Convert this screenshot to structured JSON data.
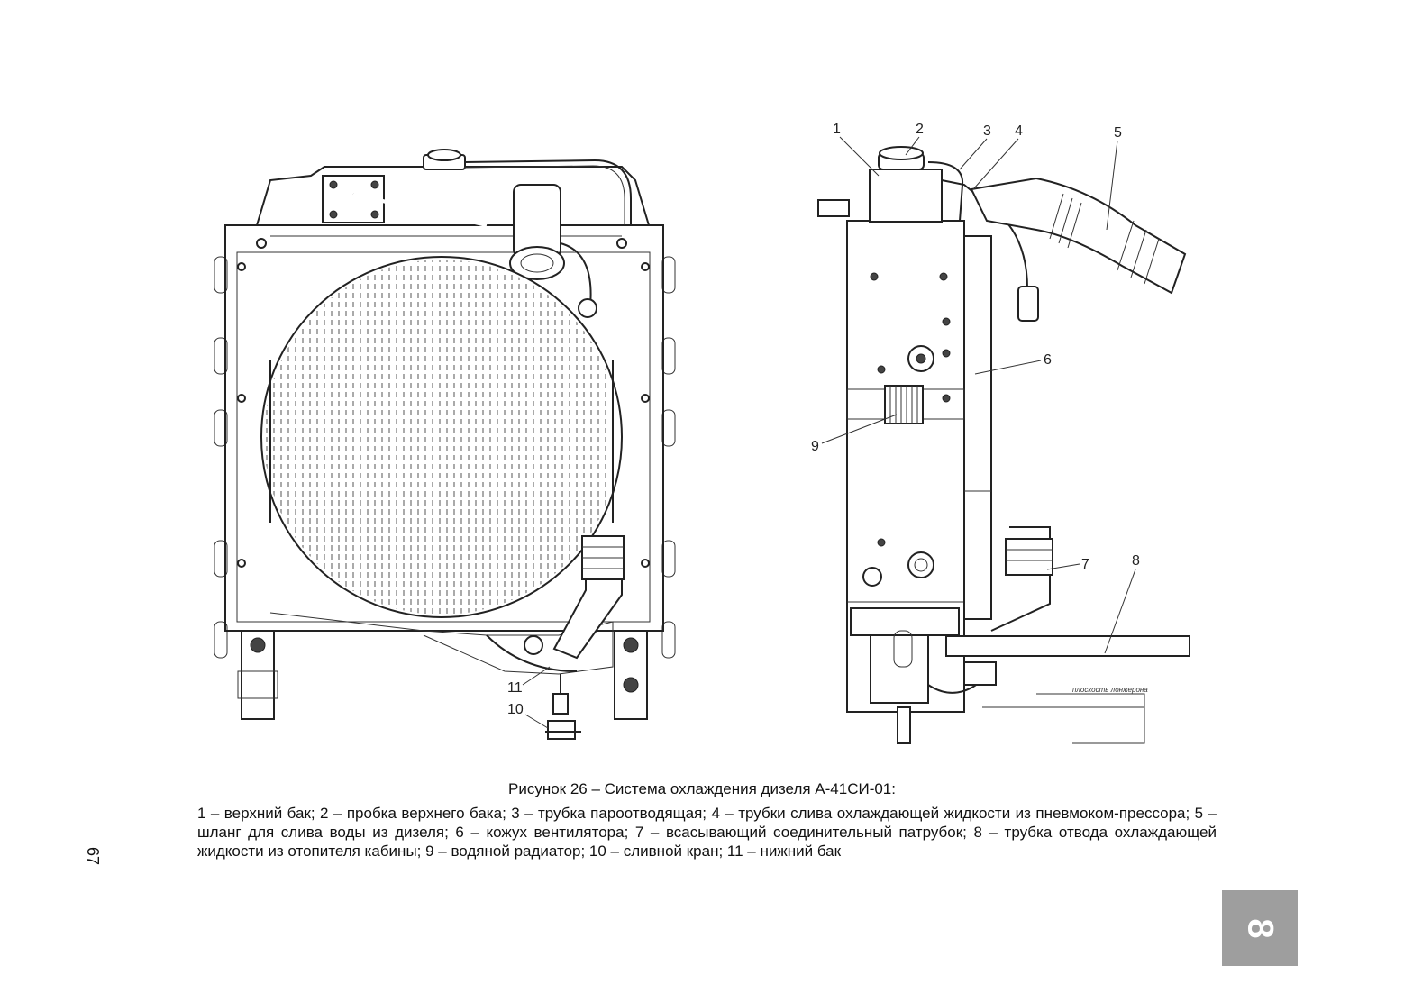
{
  "figure": {
    "callouts": [
      "1",
      "2",
      "3",
      "4",
      "5",
      "6",
      "7",
      "8",
      "9",
      "10",
      "11"
    ],
    "plane_label": "плоскость лонжерона"
  },
  "caption": {
    "title": "Рисунок 26 – Система охлаждения дизеля А-41СИ-01:",
    "legend": "1 – верхний бак; 2 – пробка верхнего бака; 3 – трубка пароотводящая; 4 – трубки слива охлаждающей жидкости из пневмоком-прессора; 5 – шланг для слива воды из дизеля; 6 – кожух вентилятора; 7 – всасывающий соединительный патрубок; 8 – трубка отвода охлаждающей жидкости из отопителя кабины; 9 – водяной радиатор; 10 – сливной кран; 11 – нижний бак"
  },
  "page_number": "67",
  "section_tab": "8"
}
